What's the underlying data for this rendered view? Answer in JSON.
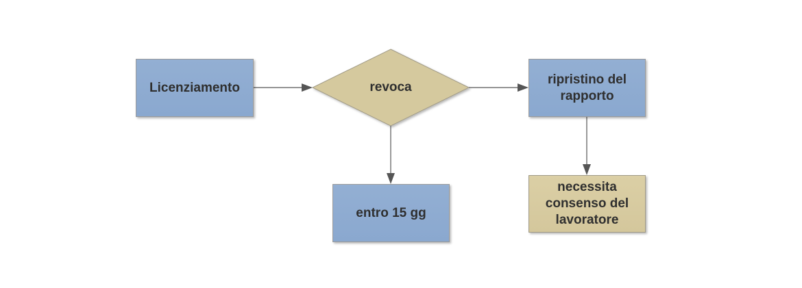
{
  "diagram": {
    "nodes": {
      "licenziamento": {
        "label": "Licenziamento"
      },
      "revoca": {
        "label": "revoca"
      },
      "ripristino": {
        "label_lines": [
          "ripristino del",
          "rapporto"
        ]
      },
      "entro": {
        "label": "entro 15 gg"
      },
      "necessita": {
        "label_lines": [
          "necessita",
          "consenso del",
          "lavoratore"
        ]
      }
    },
    "edges": [
      {
        "from": "licenziamento",
        "to": "revoca"
      },
      {
        "from": "revoca",
        "to": "ripristino"
      },
      {
        "from": "revoca",
        "to": "entro"
      },
      {
        "from": "ripristino",
        "to": "necessita"
      }
    ],
    "colors": {
      "process_fill": "#8eabd1",
      "decision_fill": "#d5c99e",
      "note_fill": "#d9cda3",
      "connector": "#555555",
      "text": "#2f2f2f"
    }
  }
}
